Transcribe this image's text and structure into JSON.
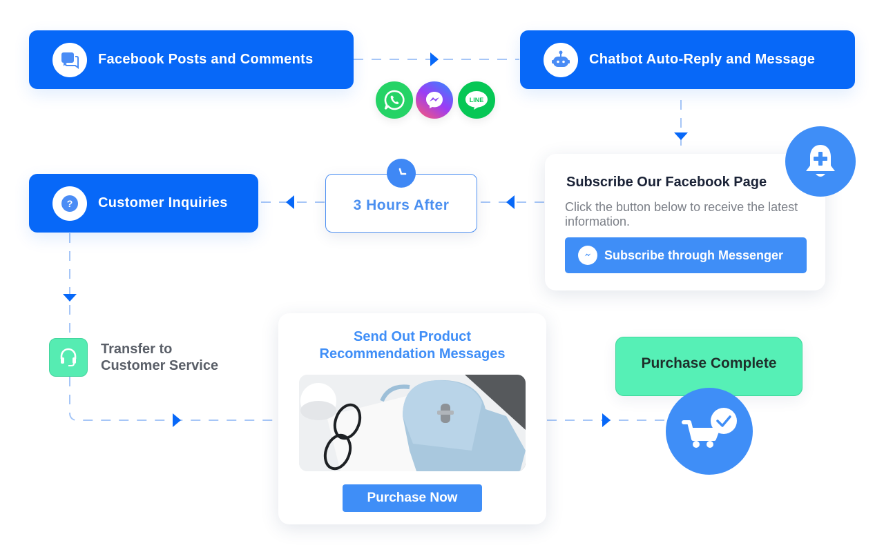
{
  "colors": {
    "primary_blue": "#0768f8",
    "accent_blue": "#3f8ef7",
    "connector": "#a6c6f7",
    "arrow": "#0768f8",
    "success_green": "#56f0b6",
    "whatsapp": "#25d366",
    "line": "#06c755"
  },
  "nodes": {
    "facebook_posts": {
      "label": "Facebook Posts and Comments",
      "icon": "chat-bubbles-icon"
    },
    "chatbot": {
      "label": "Chatbot Auto-Reply and Message",
      "icon": "robot-icon"
    },
    "customer_inquiries": {
      "label": "Customer Inquiries",
      "icon": "question-icon"
    },
    "hours_after": {
      "label": "3 Hours After",
      "icon": "clock-icon"
    },
    "transfer": {
      "label_line1": "Transfer to",
      "label_line2": "Customer Service",
      "icon": "headset-icon"
    },
    "purchase_complete": {
      "label": "Purchase Complete",
      "icon": "cart-check-icon"
    }
  },
  "channels": [
    {
      "name": "WhatsApp",
      "icon": "whatsapp-icon"
    },
    {
      "name": "Messenger",
      "icon": "messenger-icon"
    },
    {
      "name": "LINE",
      "icon": "line-icon",
      "text": "LINE"
    }
  ],
  "subscribe_card": {
    "title": "Subscribe Our Facebook Page",
    "description": "Click the button below to receive the latest information.",
    "button_label": "Subscribe through Messenger",
    "badge_icon": "bell-plus-icon"
  },
  "product_card": {
    "title_line1": "Send Out Product",
    "title_line2": "Recommendation Messages",
    "image_alt": "Light blue handbag with eyeglasses on a magazine",
    "button_label": "Purchase Now"
  }
}
